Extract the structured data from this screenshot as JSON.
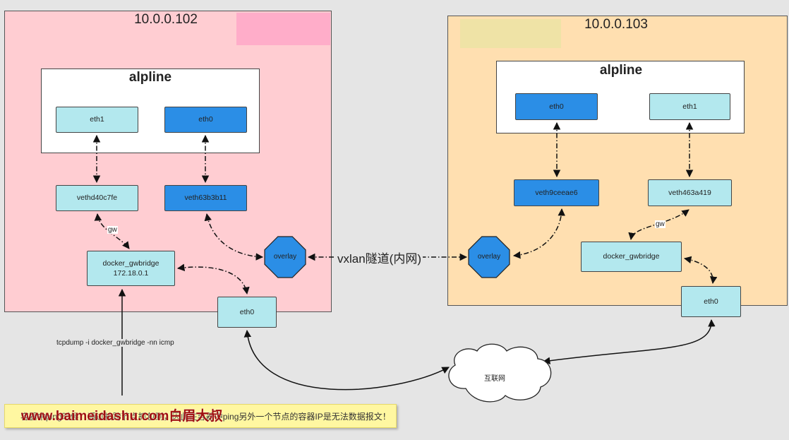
{
  "hosts": [
    {
      "ip": "10.0.0.102",
      "container": "alpline",
      "container_nics": [
        "eth1",
        "eth0"
      ],
      "veths": [
        "vethd40c7fe",
        "veth63b3b11"
      ],
      "bridge": "docker_gwbridge",
      "bridge_ip": "172.18.0.1",
      "eth": "eth0",
      "overlay": "overlay"
    },
    {
      "ip": "10.0.0.103",
      "container": "alpline",
      "container_nics": [
        "eth0",
        "eth1"
      ],
      "veths": [
        "veth9ceeae6",
        "veth463a419"
      ],
      "bridge": "docker_gwbridge",
      "eth": "eth0",
      "overlay": "overlay"
    }
  ],
  "labels": {
    "vxlan": "vxlan隧道(内网)",
    "gw": "gw",
    "internet": "互联网",
    "tcpdump": "tcpdump -i docker_gwbridge -nn icmp"
  },
  "note": "容器中ping时候，通过被跨节点抓包到，因此在容器中ping另外一个节点的容器IP是无法数据报文！",
  "watermark": "www.baimeidashu.com白眉大叔",
  "colors": {
    "host_left": "#ffcdd2",
    "host_right": "#ffdfb0",
    "nic_light": "#b3e8ee",
    "nic_dark": "#2b8ee6",
    "accent_pink": "#ffadc9",
    "accent_olive": "#efe3a6"
  }
}
